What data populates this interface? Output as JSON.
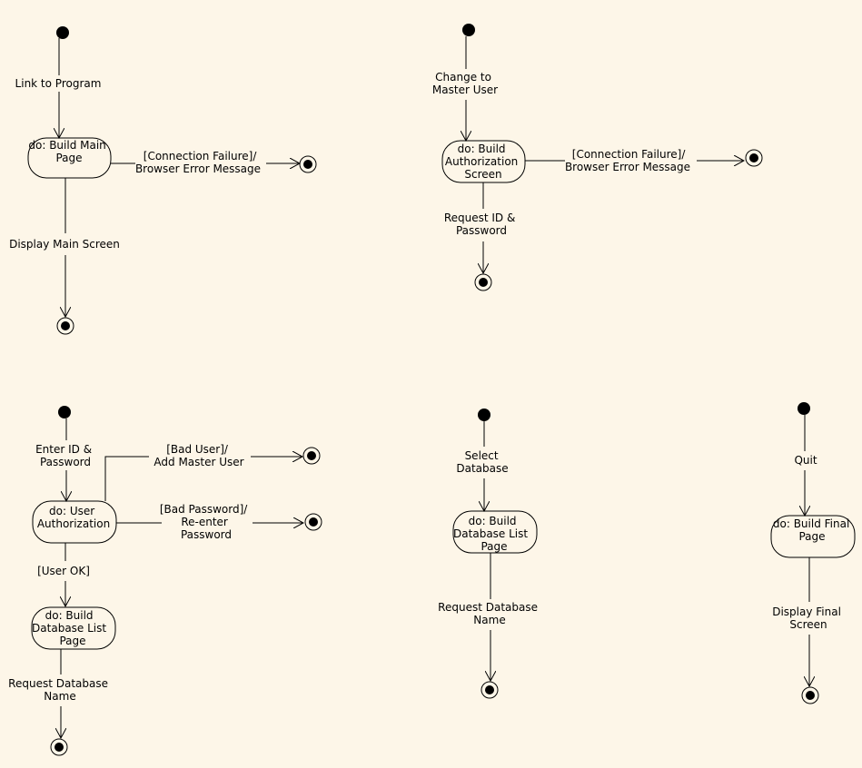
{
  "diagram1": {
    "transition_start": "Link to Program",
    "state": [
      "do: Build Main",
      "Page"
    ],
    "fail_guard": "[Connection Failure]/",
    "fail_action": "Browser Error Message",
    "exit": "Display Main Screen"
  },
  "diagram2": {
    "transition_start": [
      "Change to",
      "Master User"
    ],
    "state": [
      "do:  Build",
      "Authorization",
      "Screen"
    ],
    "fail_guard": "[Connection Failure]/",
    "fail_action": "Browser Error Message",
    "exit": [
      "Request ID &",
      "Password"
    ]
  },
  "diagram3": {
    "transition_start": [
      "Enter ID &",
      "Password"
    ],
    "state": [
      "do:  User",
      "Authorization"
    ],
    "bad_user": [
      "[Bad User]/",
      "Add Master User"
    ],
    "bad_password": [
      "[Bad Password]/",
      "Re-enter",
      "Password"
    ],
    "user_ok": "[User OK]",
    "state2": [
      "do:  Build",
      "Database List",
      "Page"
    ],
    "exit": [
      "Request Database",
      "Name"
    ]
  },
  "diagram4": {
    "transition_start": [
      "Select",
      "Database"
    ],
    "state": [
      "do:  Build",
      "Database List",
      "Page"
    ],
    "exit": [
      "Request Database",
      "Name"
    ]
  },
  "diagram5": {
    "transition_start": "Quit",
    "state": [
      "do:  Build Final",
      "Page"
    ],
    "exit": [
      "Display Final",
      "Screen"
    ]
  }
}
